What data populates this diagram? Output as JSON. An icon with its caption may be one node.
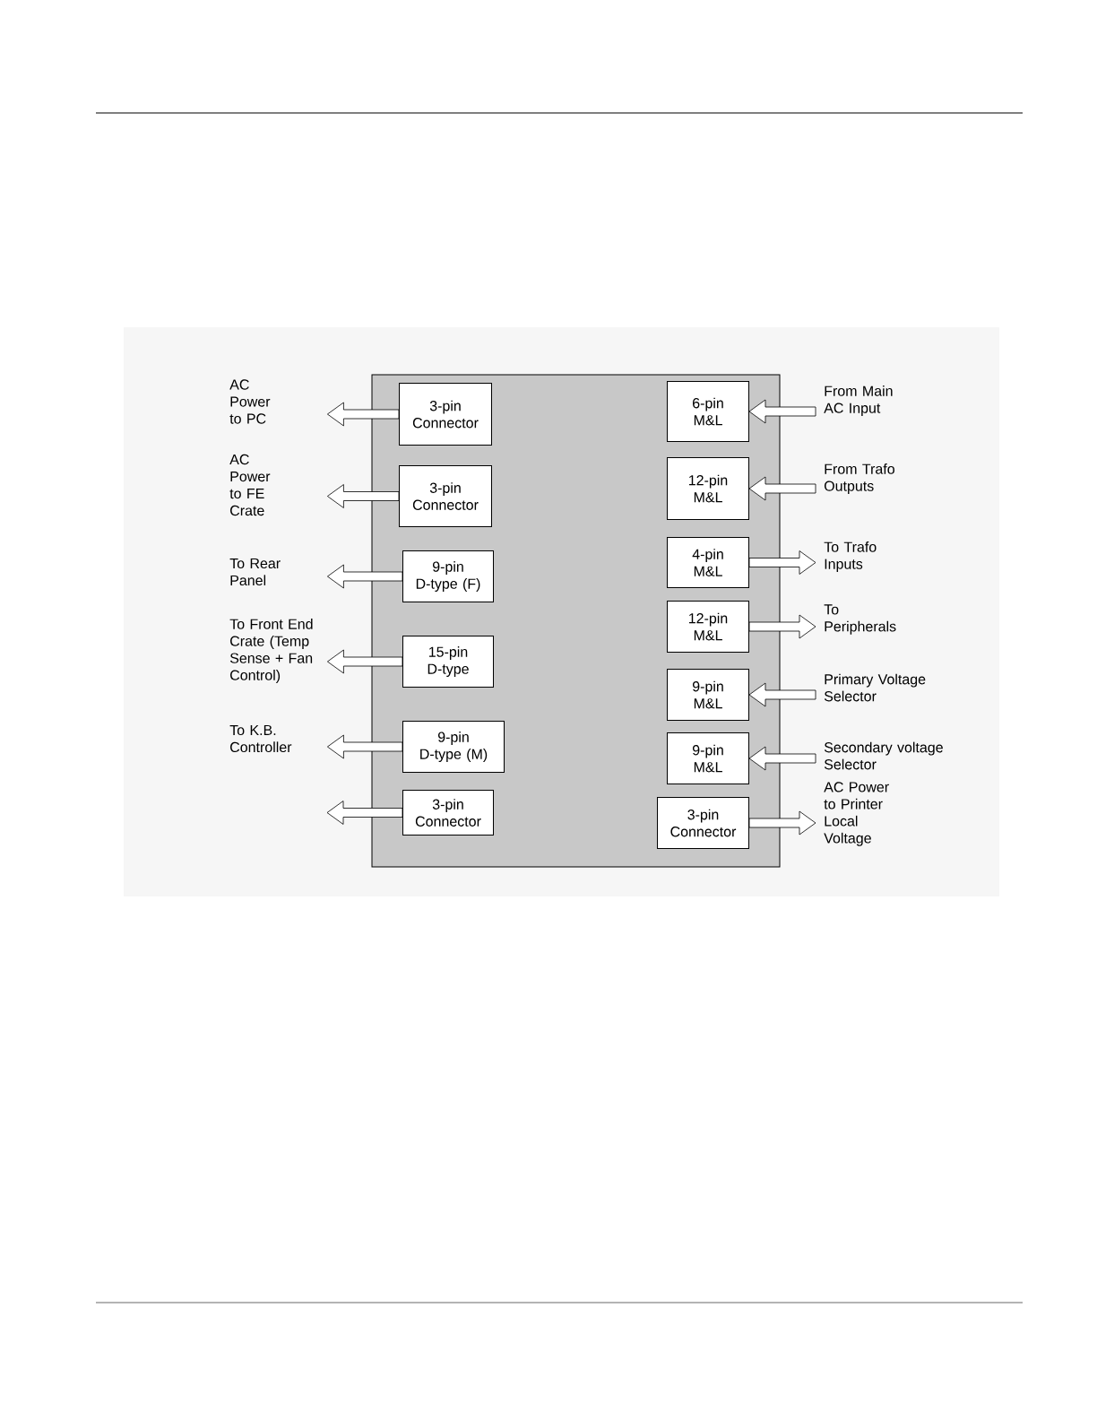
{
  "diagram": {
    "nodes": [
      {
        "text": [],
        "shape": "box"
      },
      {
        "text": [
          "3-pin Connector"
        ],
        "in": 0
      },
      {
        "text": [
          "3-pin Connector"
        ],
        "in": 0
      },
      {
        "text": [
          "9-pin D-type (F)"
        ],
        "in": 0
      },
      {
        "text": [
          "15-pin D-type"
        ],
        "in": 0
      },
      {
        "text": [
          "9-pin D-type (M)"
        ],
        "in": 0
      },
      {
        "text": [
          "3-pin Connector"
        ],
        "in": 0
      },
      {
        "text": [
          "6-pin M&L"
        ],
        "in": 0
      },
      {
        "text": [
          "12-pin M&L"
        ],
        "in": 0
      },
      {
        "text": [
          "4-pin M&L"
        ],
        "in": 0
      },
      {
        "text": [
          "12-pin M&L"
        ],
        "in": 0
      },
      {
        "text": [
          "9-pin M&L"
        ],
        "in": 0
      },
      {
        "text": [
          "9-pin M&L"
        ],
        "in": 0
      },
      {
        "text": [
          "3-pin Connector"
        ],
        "in": 0
      },
      {
        "text": [
          "AC Power to PC"
        ]
      },
      {
        "text": [
          "AC Power to FE Crate"
        ]
      },
      {
        "text": [
          "To Rear Panel"
        ]
      },
      {
        "text": [
          "To Front End Crate (Temp Sense + Fan Control)"
        ]
      },
      {
        "text": [
          "To K.B. Controller"
        ]
      },
      {
        "text": [
          "From Main AC Input"
        ]
      },
      {
        "text": [
          "From Trafo Outputs"
        ]
      },
      {
        "text": [
          "To Trafo Inputs"
        ]
      },
      {
        "text": [
          "To Peripherals"
        ]
      },
      {
        "text": [
          "Primary Voltage Selector"
        ]
      },
      {
        "text": [
          "Secondary voltage Selector"
        ]
      },
      {
        "text": [
          "AC Power to Printer Local Voltage"
        ]
      }
    ],
    "edges": [
      {
        "from": 1,
        "to": 14,
        "arrow": "to"
      },
      {
        "from": 2,
        "to": 15,
        "arrow": "to"
      },
      {
        "from": 3,
        "to": 16,
        "arrow": "to"
      },
      {
        "from": 4,
        "to": 17,
        "arrow": "to"
      },
      {
        "from": 5,
        "to": 18,
        "arrow": "to"
      },
      {
        "from": 6,
        "to": null,
        "arrow": "to"
      },
      {
        "from": 19,
        "to": 7,
        "arrow": "to"
      },
      {
        "from": 20,
        "to": 8,
        "arrow": "to"
      },
      {
        "from": 9,
        "to": 21,
        "arrow": "to"
      },
      {
        "from": 10,
        "to": 22,
        "arrow": "to"
      },
      {
        "from": 23,
        "to": 11,
        "arrow": "to"
      },
      {
        "from": 24,
        "to": 12,
        "arrow": "to"
      },
      {
        "from": 13,
        "to": 25,
        "arrow": "to"
      }
    ]
  }
}
